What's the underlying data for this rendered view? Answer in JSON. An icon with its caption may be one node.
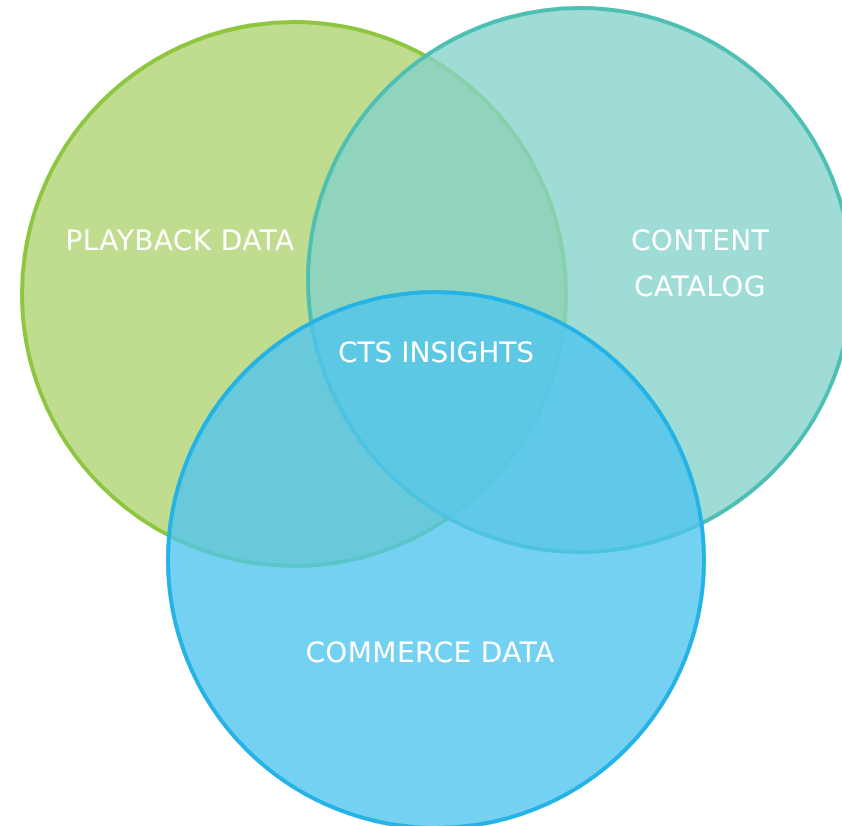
{
  "diagram": {
    "nodes": [
      {
        "text": [
          "PLAYBACK DATA"
        ]
      },
      {
        "text": [
          "CONTENT CATALOG"
        ]
      },
      {
        "text": [
          "COMMERCE DATA"
        ]
      }
    ],
    "edges": [],
    "labels": [
      "CTS INSIGHTS"
    ]
  }
}
